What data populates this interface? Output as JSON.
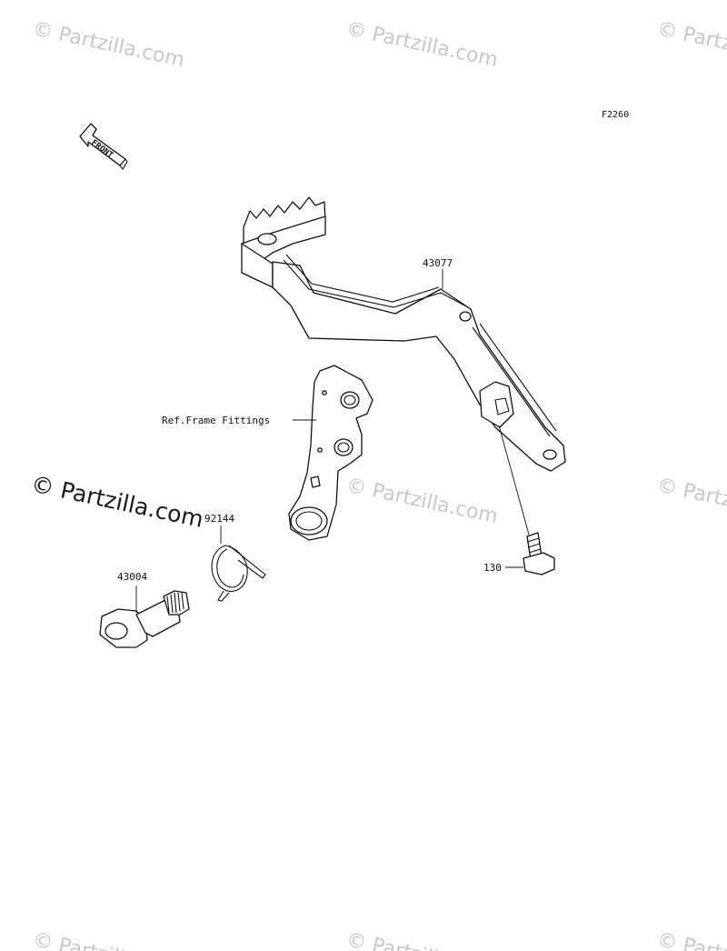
{
  "figure_code": "F2260",
  "front_arrow_label": "FRONT",
  "watermark": {
    "main_text": "© Partzilla.com",
    "faint_text": "© Partzilla.com"
  },
  "callouts": {
    "pedal": "43077",
    "frame_ref": "Ref.Frame Fittings",
    "spring": "92144",
    "shaft": "43004",
    "bolt": "130"
  },
  "colors": {
    "line": "#111111",
    "watermark": "#c8c8c8",
    "background": "#ffffff"
  }
}
